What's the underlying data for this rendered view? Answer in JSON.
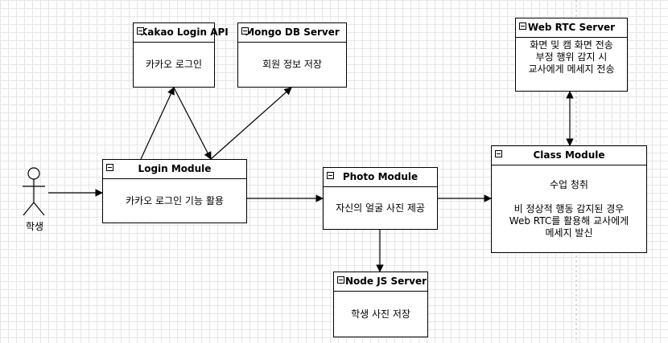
{
  "actor": {
    "label": "학생"
  },
  "boxes": {
    "kakao": {
      "title": "Kakao Login API",
      "lines": [
        "카카오 로그인"
      ]
    },
    "mongo": {
      "title": "Mongo DB Server",
      "lines": [
        "회원 정보 저장"
      ]
    },
    "webrtc": {
      "title": "Web RTC Server",
      "lines": [
        "화면 및 캠 화면 전송",
        "부정 행위 감지 시",
        "교사에게 메세지 전송"
      ]
    },
    "login": {
      "title": "Login Module",
      "lines": [
        "카카오 로그인 기능 활용"
      ]
    },
    "photo": {
      "title": "Photo Module",
      "lines": [
        "자신의 얼굴 사진 제공"
      ]
    },
    "class": {
      "title": "Class Module",
      "lines": [
        "수업 청취",
        "",
        "비 정상적 행동 감지된 경우",
        "Web RTC를 활용해 교사에게",
        "메세지 발신"
      ]
    },
    "node": {
      "title": "Node JS Server",
      "lines": [
        "학생 사진 저장"
      ]
    }
  },
  "colors": {
    "line": "#000000",
    "grid": "#e6e6e6",
    "box_fill": "#ffffff"
  }
}
